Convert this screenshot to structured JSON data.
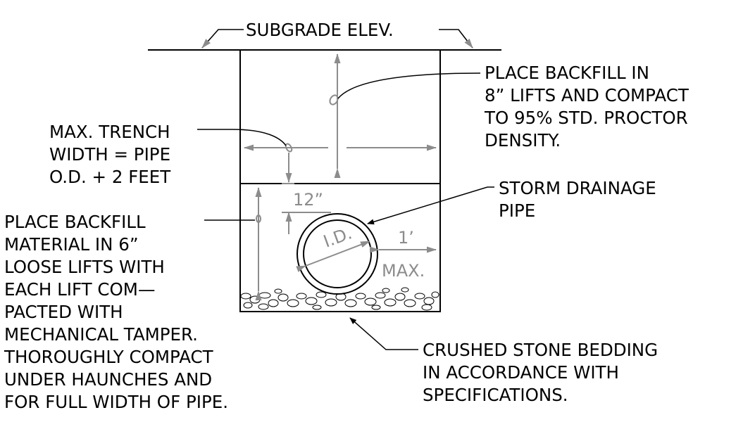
{
  "subgrade_label": "SUBGRADE ELEV.",
  "notes": {
    "backfill_upper": [
      "PLACE BACKFILL IN",
      "8” LIFTS AND COMPACT",
      "TO 95% STD. PROCTOR",
      "DENSITY."
    ],
    "trench_width": [
      "MAX. TRENCH",
      "WIDTH = PIPE",
      "O.D. + 2 FEET"
    ],
    "storm_pipe": [
      "STORM DRAINAGE",
      "PIPE"
    ],
    "backfill_lower": [
      "PLACE BACKFILL",
      "MATERIAL IN 6”",
      "LOOSE LIFTS WITH",
      "EACH LIFT COM—",
      "PACTED WITH",
      "MECHANICAL TAMPER.",
      "THOROUGHLY COMPACT",
      "UNDER HAUNCHES AND",
      "FOR FULL WIDTH OF PIPE."
    ],
    "bedding": [
      "CRUSHED STONE BEDDING",
      "IN ACCORDANCE WITH",
      "SPECIFICATIONS."
    ]
  },
  "dimensions": {
    "cover": "12”",
    "pipe_id": "I.D.",
    "clearance": "1’",
    "clearance_max": "MAX."
  },
  "colors": {
    "linework": "#000000",
    "dimension": "#8c8c8c",
    "background": "#ffffff"
  }
}
